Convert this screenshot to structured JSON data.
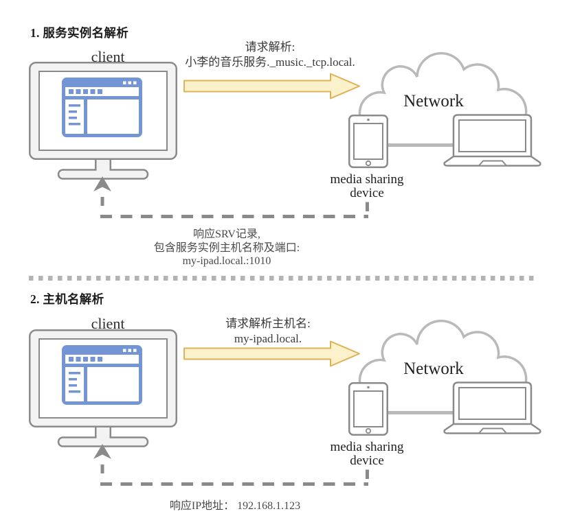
{
  "figure": {
    "background": "#ffffff",
    "sections": [
      {
        "step_title": "1. 服务实例名解析",
        "client_label": "client",
        "request_label": "请求解析:\n小李的音乐服务._music._tcp.local.",
        "network_label": "Network",
        "media_device_label": "media sharing device",
        "response_label": "响应SRV记录,\n包含服务实例主机名称及端口:\nmy-ipad.local.:1010"
      },
      {
        "step_title": "2. 主机名解析",
        "client_label": "client",
        "request_label": "请求解析主机名:\nmy-ipad.local.",
        "network_label": "Network",
        "media_device_label": "media sharing device",
        "response_label": "响应IP地址： 192.168.1.123"
      }
    ],
    "colors": {
      "browser_blue": "#7394d5",
      "request_arrow_fill": "#fbf1cb",
      "request_arrow_stroke": "#dfb257",
      "device_stroke": "#8a8a8a",
      "device_fill": "#f3f3f3",
      "cloud_stroke": "#b9b9b9",
      "dashed_response": "#8a8a8a",
      "divider": "#b3b3b3"
    },
    "icons": {
      "client-monitor-icon": "desktop monitor with browser window",
      "browser-window-icon": "blue browser window",
      "request-arrow-icon": "yellow block arrow pointing right",
      "network-cloud-icon": "cloud outline",
      "tablet-icon": "tablet / ipad outline",
      "laptop-icon": "laptop outline",
      "connection-line": "gray link between devices",
      "response-dashed-arrow-icon": "dashed return arrow to client",
      "section-divider": "dotted horizontal separator"
    }
  }
}
